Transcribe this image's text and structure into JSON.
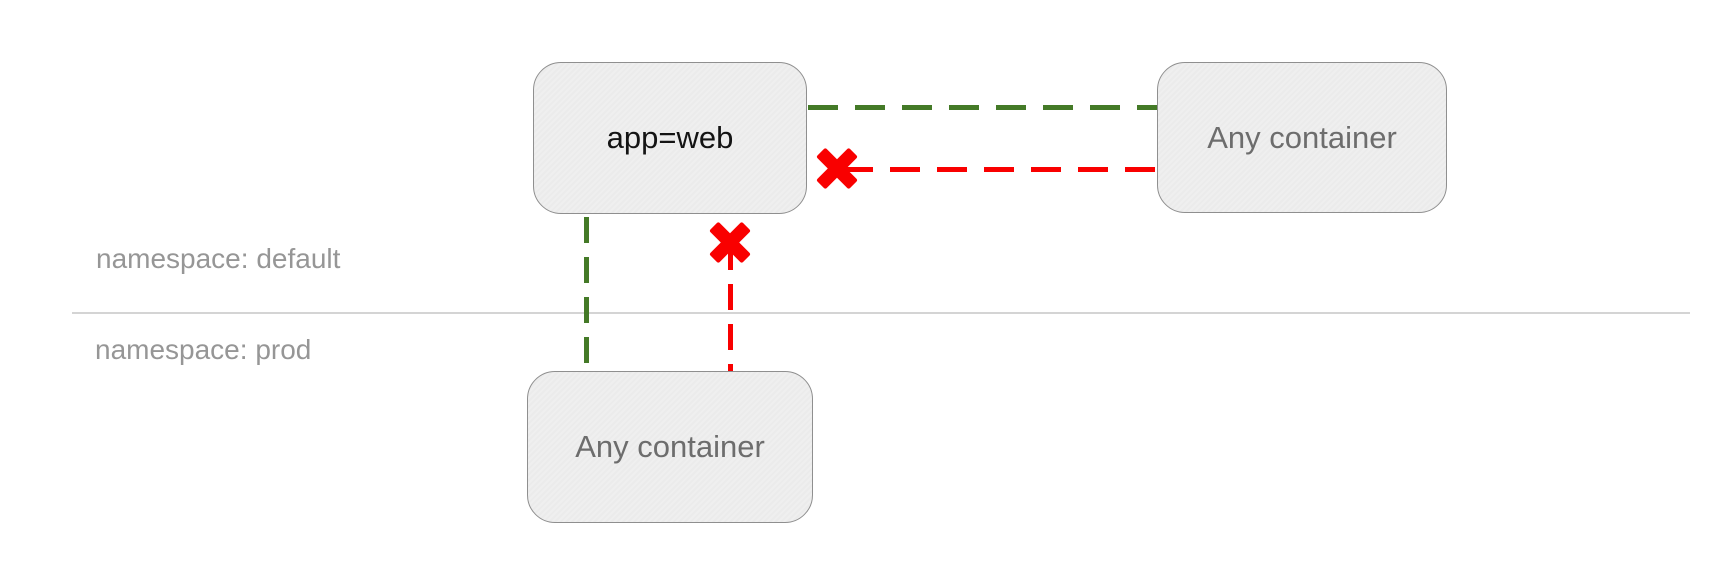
{
  "namespaces": [
    {
      "name": "default",
      "label": "namespace: default"
    },
    {
      "name": "prod",
      "label": "namespace: prod"
    }
  ],
  "nodes": [
    {
      "id": "app-web",
      "namespace": "default",
      "label": "app=web"
    },
    {
      "id": "any-container-default",
      "namespace": "default",
      "label": "Any container"
    },
    {
      "id": "any-container-prod",
      "namespace": "prod",
      "label": "Any container"
    }
  ],
  "edges": [
    {
      "from": "app-web",
      "to": "any-container-default",
      "status": "allowed",
      "style": "dashed"
    },
    {
      "from": "any-container-default",
      "to": "app-web",
      "status": "blocked",
      "style": "dashed"
    },
    {
      "from": "app-web",
      "to": "any-container-prod",
      "status": "allowed",
      "style": "dashed"
    },
    {
      "from": "any-container-prod",
      "to": "app-web",
      "status": "blocked",
      "style": "dashed"
    }
  ],
  "colors": {
    "allowed": "#447a27",
    "blocked": "#f90000",
    "node-fill": "#efefef",
    "node-border": "#8f8f8f",
    "node-text": "#6d6d6d",
    "node-text-strong": "#141414",
    "ns-label": "#969696",
    "divider": "#d4d4d4"
  }
}
